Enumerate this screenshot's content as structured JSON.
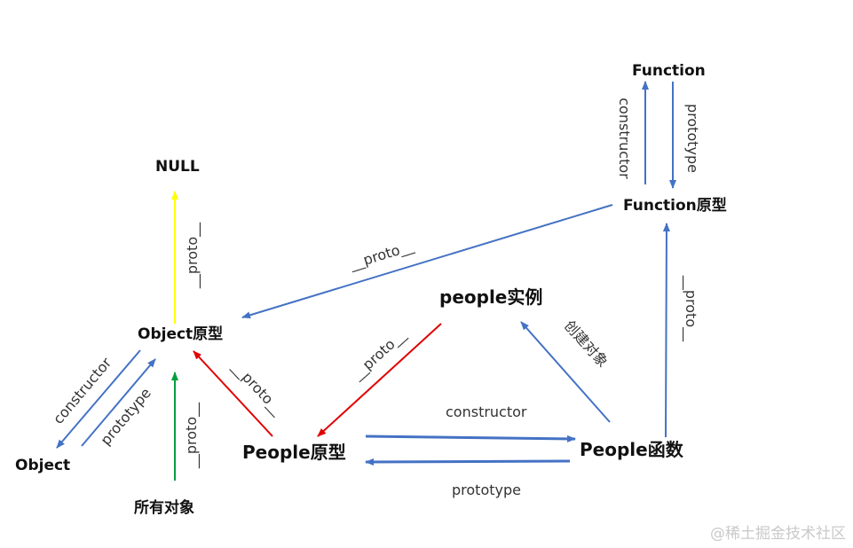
{
  "nodes": {
    "function": "Function",
    "function_proto": "Function原型",
    "null": "NULL",
    "object_proto": "Object原型",
    "object": "Object",
    "all_objects": "所有对象",
    "people_instance": "people实例",
    "people_proto": "People原型",
    "people_func": "People函数"
  },
  "labels": {
    "fn_constructor": "constructor",
    "fn_prototype": "prototype",
    "fnproto_to_objproto": "__proto__",
    "objproto_to_null": "__proto__",
    "fn_func_to_fnproto": "__proto__",
    "instance_to_peopleproto": "__proto__",
    "create_object": "创建对象",
    "peopleproto_to_objproto": "__proto__",
    "object_constructor": "constructor",
    "object_prototype": "prototype",
    "all_to_objproto": "__proto__",
    "people_constructor": "constructor",
    "people_prototype": "prototype"
  },
  "colors": {
    "blue": "#4472c4",
    "red": "#e00000",
    "yellow": "#ffff00",
    "green": "#00a040"
  },
  "watermark": "@稀土掘金技术社区"
}
